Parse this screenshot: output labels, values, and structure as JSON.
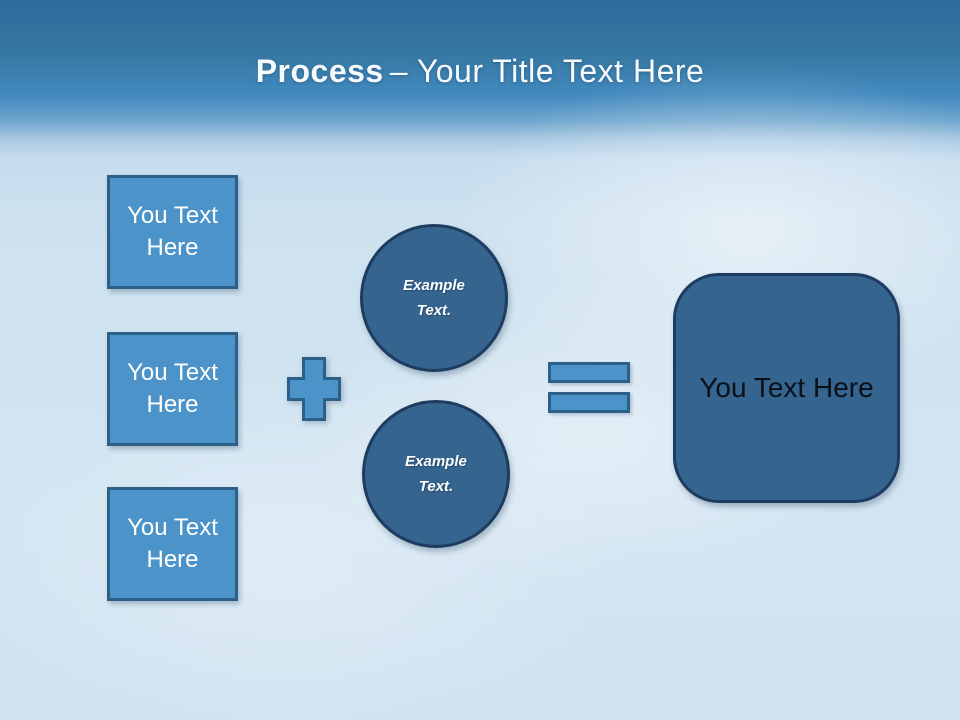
{
  "slide": {
    "title": {
      "bold": "Process",
      "rest": "– Your Title Text Here"
    },
    "left_boxes": [
      {
        "label": "You Text Here"
      },
      {
        "label": "You Text Here"
      },
      {
        "label": "You Text Here"
      }
    ],
    "operators": {
      "plus_icon": "plus",
      "equals_icon": "equals"
    },
    "circles": [
      {
        "label": "Example Text."
      },
      {
        "label": "Example Text."
      }
    ],
    "result_box": {
      "label": "You Text Here"
    },
    "colors": {
      "header_top": "#2e6b9d",
      "header_mid": "#4189bf",
      "body_bg": "#cde1ef",
      "box_fill": "#4b93c8",
      "box_border": "#2c6089",
      "circle_fill": "#35648f",
      "circle_border": "#1d3c5f",
      "title_text": "#f6fafd",
      "box_text": "#ffffff",
      "result_text": "#0b1018"
    }
  }
}
